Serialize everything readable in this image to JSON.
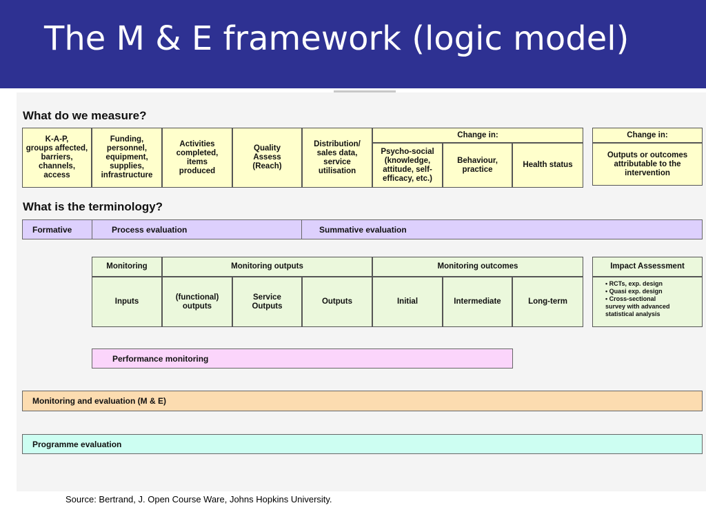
{
  "title": "The M & E framework (logic model)",
  "measure": {
    "heading": "What do we measure?",
    "cells": [
      "K-A-P,\ngroups affected,\nbarriers,\nchannels,\naccess",
      "Funding,\npersonnel,\nequipment,\nsupplies,\ninfrastructure",
      "Activities\ncompleted,\nitems\nproduced",
      "Quality\nAssess\n(Reach)",
      "Distribution/\nsales data,\nservice\nutilisation"
    ],
    "change_header": "Change in:",
    "change_cells": [
      "Psycho-social\n(knowledge,\nattitude, self-\nefficacy, etc.)",
      "Behaviour,\npractice",
      "Health status"
    ],
    "right_header": "Change in:",
    "right_body": "Outputs or outcomes\nattributable to the\nintervention"
  },
  "terminology": {
    "heading": "What is the terminology?",
    "formative": "Formative",
    "process": "Process evaluation",
    "summative": "Summative evaluation"
  },
  "monitoring": {
    "monitoring": "Monitoring",
    "monitoring_outputs": "Monitoring outputs",
    "monitoring_outcomes": "Monitoring outcomes",
    "row": [
      "Inputs",
      "(functional)\noutputs",
      "Service\nOutputs",
      "Outputs",
      "Initial",
      "Intermediate",
      "Long-term"
    ],
    "impact_header": "Impact Assessment",
    "impact_items": [
      "• RCTs, exp. design",
      "• Quasi exp. design",
      "• Cross-sectional\n  survey with advanced\nstatistical analysis"
    ]
  },
  "bars": {
    "performance": "Performance monitoring",
    "me": "Monitoring and evaluation (M & E)",
    "programme": "Programme evaluation"
  },
  "source": "Source: Bertrand, J. Open Course Ware, Johns Hopkins University.",
  "colors": {
    "title_bg": "#2e3192",
    "yellow": "#ffffcc",
    "green": "#ebf8dc",
    "lavender": "#ddd0fd",
    "pink": "#fbd5fb",
    "peach": "#fcdcb0",
    "aqua": "#cdfef2"
  }
}
